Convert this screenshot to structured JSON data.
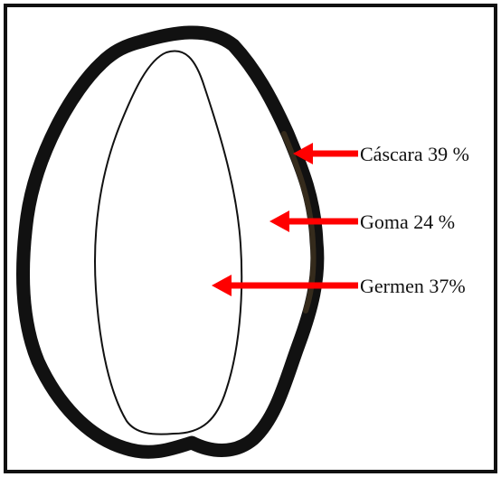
{
  "diagram": {
    "colors": {
      "frame": "#111111",
      "shell": "#111111",
      "shell_inner_tint": "#3a2f1e",
      "germ_outline": "#111111",
      "arrow": "#ff0000",
      "background": "#ffffff"
    },
    "labels": [
      {
        "id": "cascara",
        "text": "Cáscara 39 %"
      },
      {
        "id": "goma",
        "text": "Goma 24 %"
      },
      {
        "id": "germen",
        "text": "Germen 37%"
      }
    ]
  }
}
